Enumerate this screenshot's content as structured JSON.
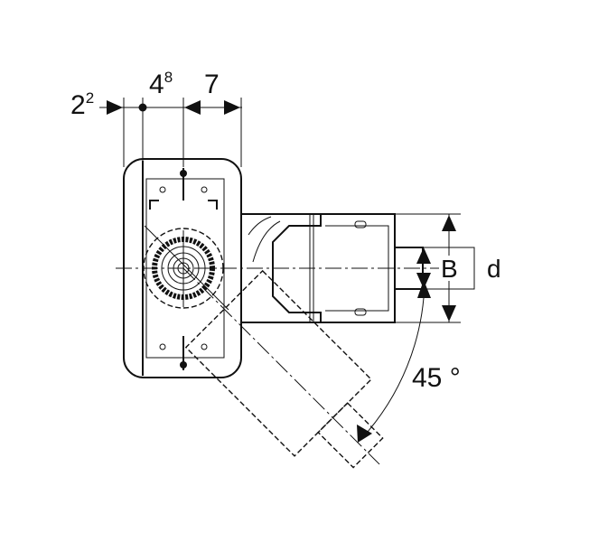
{
  "dimensions": {
    "d1": {
      "base": "2",
      "sup": "2"
    },
    "d2": {
      "base": "4",
      "sup": "8"
    },
    "d3": "7",
    "B": "B",
    "d": "d",
    "angle": "45 °"
  }
}
